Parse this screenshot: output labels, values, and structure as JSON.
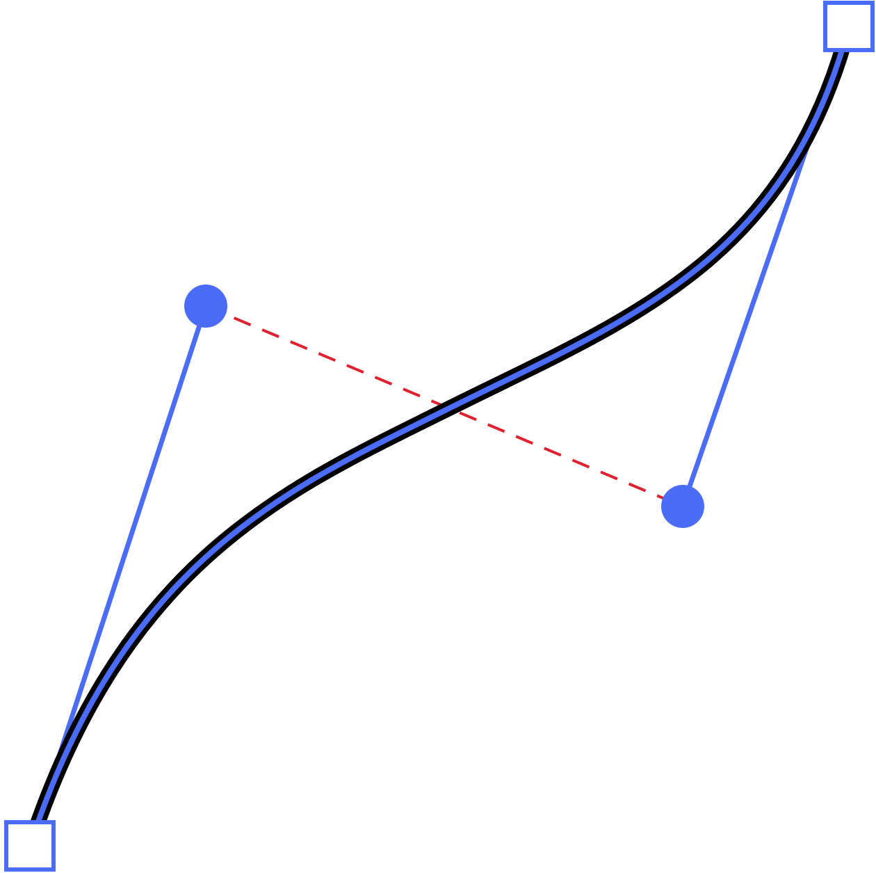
{
  "diagram": {
    "kind": "cubic-bezier-curve-editor",
    "colors": {
      "curve_outline": "#000000",
      "curve_core": "#4a6cf7",
      "handle": "#4a6cf7",
      "anchor_fill": "#ffffff",
      "anchor_stroke": "#4a6cf7",
      "control_point_fill": "#4a6cf7",
      "chord": "#e0202e"
    },
    "elements": {
      "start_anchor": "square",
      "end_anchor": "square",
      "control_point_1": "circle",
      "control_point_2": "circle",
      "chord_style": "dashed"
    }
  }
}
